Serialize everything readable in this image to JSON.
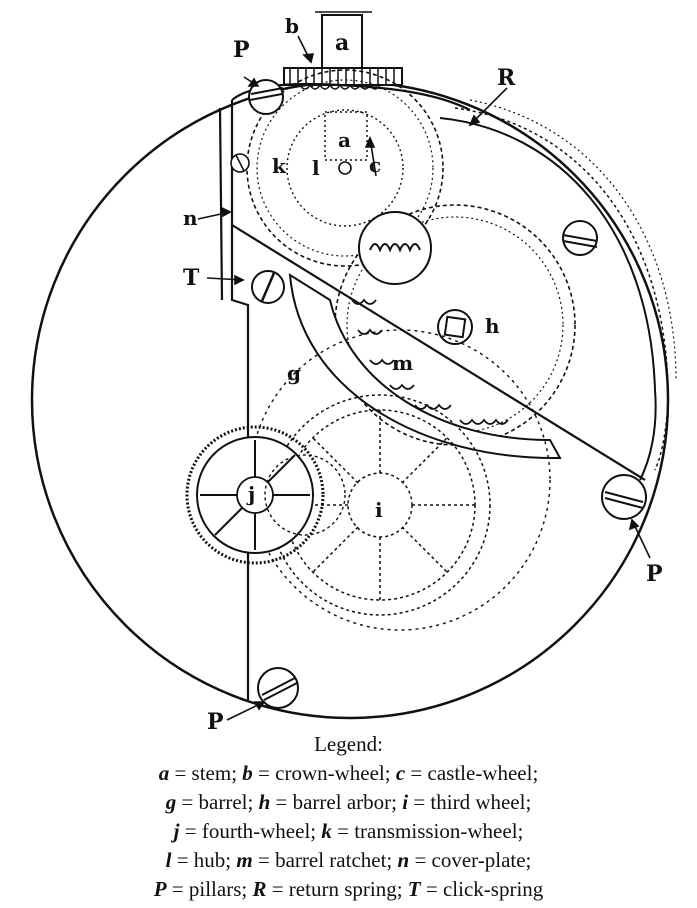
{
  "labels": {
    "a_top": "a",
    "b": "b",
    "P_top": "P",
    "R": "R",
    "a_inner": "a",
    "c": "c",
    "k": "k",
    "l": "l",
    "n": "n",
    "T": "T",
    "h": "h",
    "m": "m",
    "g": "g",
    "j": "j",
    "i": "i",
    "P_right": "P",
    "P_bottom": "P"
  },
  "legend": {
    "title": "Legend:",
    "lines": [
      [
        {
          "key": "a",
          "desc": " = stem; "
        },
        {
          "key": "b",
          "desc": " = crown-wheel; "
        },
        {
          "key": "c",
          "desc": " = castle-wheel;"
        }
      ],
      [
        {
          "key": "g",
          "desc": " = barrel; "
        },
        {
          "key": "h",
          "desc": " = barrel arbor; "
        },
        {
          "key": "i",
          "desc": " = third wheel;"
        }
      ],
      [
        {
          "key": "j",
          "desc": " = fourth-wheel; "
        },
        {
          "key": "k",
          "desc": " = transmission-wheel;"
        }
      ],
      [
        {
          "key": "l",
          "desc": " = hub; "
        },
        {
          "key": "m",
          "desc": " = barrel ratchet; "
        },
        {
          "key": "n",
          "desc": " = cover-plate;"
        }
      ],
      [
        {
          "key": "P",
          "desc": " = pillars; "
        },
        {
          "key": "R",
          "desc": " = return spring; "
        },
        {
          "key": "T",
          "desc": " = click-spring"
        }
      ]
    ]
  }
}
